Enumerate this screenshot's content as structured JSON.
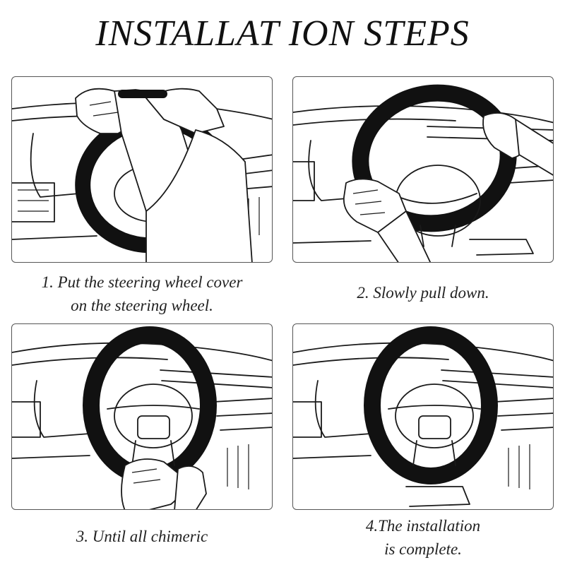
{
  "title": "INSTALLAT ION STEPS",
  "steps": [
    {
      "caption_line1": "1. Put the steering wheel cover",
      "caption_line2": "on the steering wheel."
    },
    {
      "caption_line1": "2. Slowly pull down.",
      "caption_line2": ""
    },
    {
      "caption_line1": "3. Until all chimeric",
      "caption_line2": ""
    },
    {
      "caption_line1": "4.The installation",
      "caption_line2": "is complete."
    }
  ],
  "colors": {
    "line": "#1a1a1a",
    "cover": "#111111",
    "background": "#ffffff",
    "panel_border": "#555555"
  },
  "icons": [
    "steering-wheel-cover-illustration",
    "hand-icon",
    "dashboard-illustration"
  ]
}
